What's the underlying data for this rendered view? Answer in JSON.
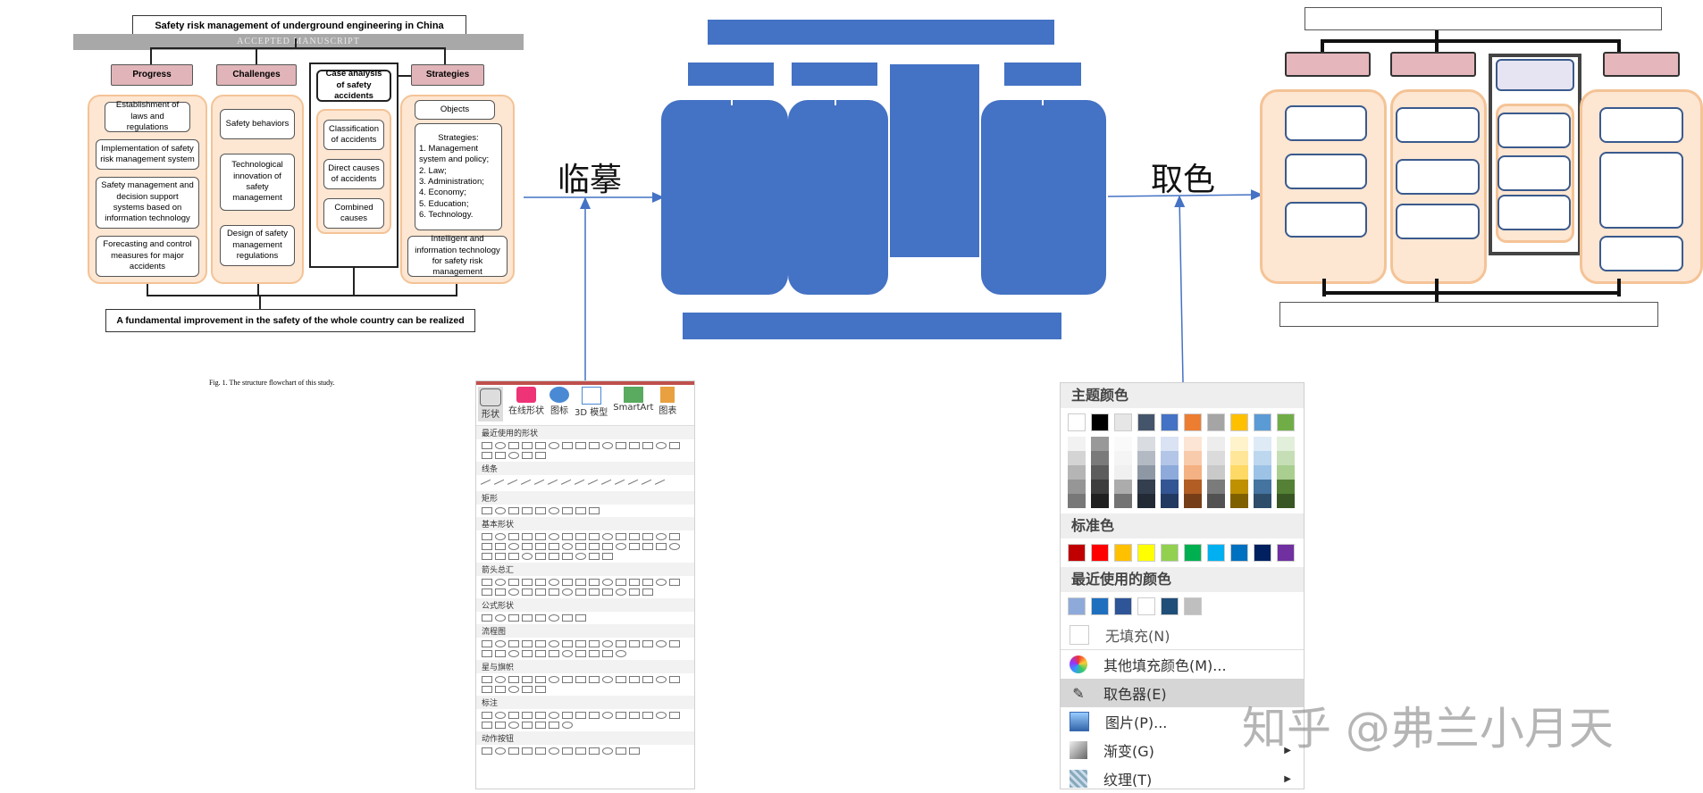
{
  "source_diagram": {
    "title": "Safety risk management of underground engineering in China",
    "band_text": "ACCEPTED MANUSCRIPT",
    "headers": [
      "Progress",
      "Challenges",
      "Case analysis of safety accidents",
      "Strategies"
    ],
    "progress_items": [
      "Establishment of laws and regulations",
      "Implementation of safety risk management system",
      "Safety management and decision support systems based on information technology",
      "Forecasting and control measures for major accidents"
    ],
    "challenges_items": [
      "Safety behaviors",
      "Technological innovation of safety management",
      "Design of safety management regulations"
    ],
    "case_items": [
      "Classification of accidents",
      "Direct causes of accidents",
      "Combined causes"
    ],
    "strategies_objects": "Objects",
    "strategies_list_title": "Strategies:",
    "strategies_list": [
      "1. Management system and policy;",
      "2. Law;",
      "3. Administration;",
      "4. Economy;",
      "5. Education;",
      "6. Technology."
    ],
    "strategies_last": "Intelligent and information technology for safety risk management",
    "bottom": "A fundamental improvement in the safety of the whole country can be realized",
    "caption": "Fig. 1. The structure flowchart of this study."
  },
  "labels": {
    "copy": "临摹",
    "pick_color": "取色"
  },
  "shapes_panel": {
    "toolbar": [
      "形状",
      "在线形状",
      "图标",
      "3D 模型",
      "SmartArt",
      "图表"
    ],
    "sections": [
      "最近使用的形状",
      "线条",
      "矩形",
      "基本形状",
      "箭头总汇",
      "公式形状",
      "流程图",
      "星与旗帜",
      "标注",
      "动作按钮"
    ]
  },
  "color_panel": {
    "theme_title": "主题颜色",
    "theme_colors": [
      "#ffffff",
      "#000000",
      "#e7e6e6",
      "#44546a",
      "#4472c4",
      "#ed7d31",
      "#a5a5a5",
      "#ffc000",
      "#5b9bd5",
      "#70ad47"
    ],
    "standard_title": "标准色",
    "standard_colors": [
      "#c00000",
      "#ff0000",
      "#ffc000",
      "#ffff00",
      "#92d050",
      "#00b050",
      "#00b0f0",
      "#0070c0",
      "#002060",
      "#7030a0"
    ],
    "recent_title": "最近使用的颜色",
    "recent_colors": [
      "#8eaadb",
      "#1f6fbf",
      "#2e5597",
      "#ffffff",
      "#1f4e79",
      "#bfbfbf"
    ],
    "items": [
      "无填充(N)",
      "其他填充颜色(M)...",
      "取色器(E)",
      "图片(P)...",
      "渐变(G)",
      "纹理(T)"
    ]
  },
  "watermark": "知乎 @弗兰小月天",
  "colors": {
    "accent_blue": "#4472c4",
    "pink": "#e0b4b8",
    "peach": "#fde6d2",
    "peach_border": "#f4c396"
  }
}
